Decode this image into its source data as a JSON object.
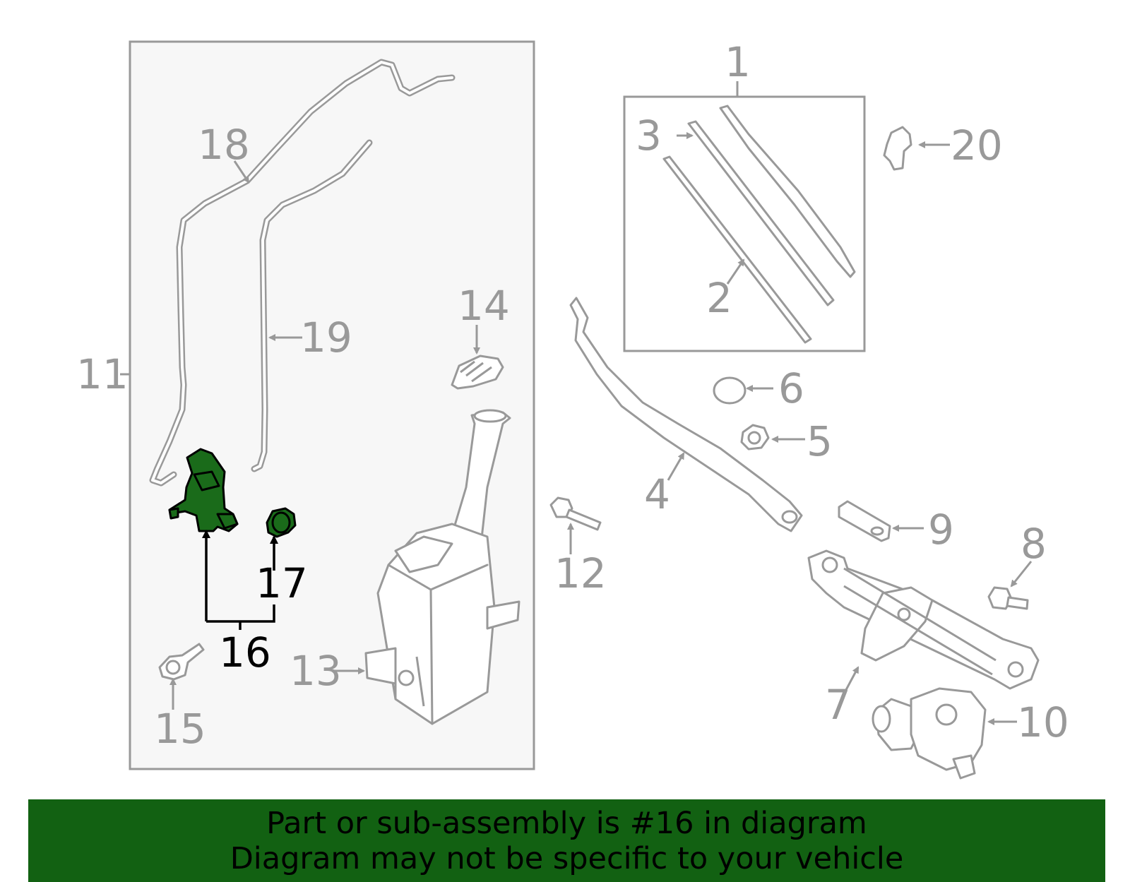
{
  "diagram": {
    "highlight_color": "#126112",
    "line_color": "#999999",
    "callouts": {
      "c1": "1",
      "c2": "2",
      "c3": "3",
      "c4": "4",
      "c5": "5",
      "c6": "6",
      "c7": "7",
      "c8": "8",
      "c9": "9",
      "c10": "10",
      "c11": "11",
      "c12": "12",
      "c13": "13",
      "c14": "14",
      "c15": "15",
      "c16": "16",
      "c17": "17",
      "c18": "18",
      "c19": "19",
      "c20": "20"
    },
    "highlighted_part": "16"
  },
  "banner": {
    "line1": "Part or sub-assembly is #16 in diagram",
    "line2": "Diagram may not be specific to your vehicle"
  }
}
